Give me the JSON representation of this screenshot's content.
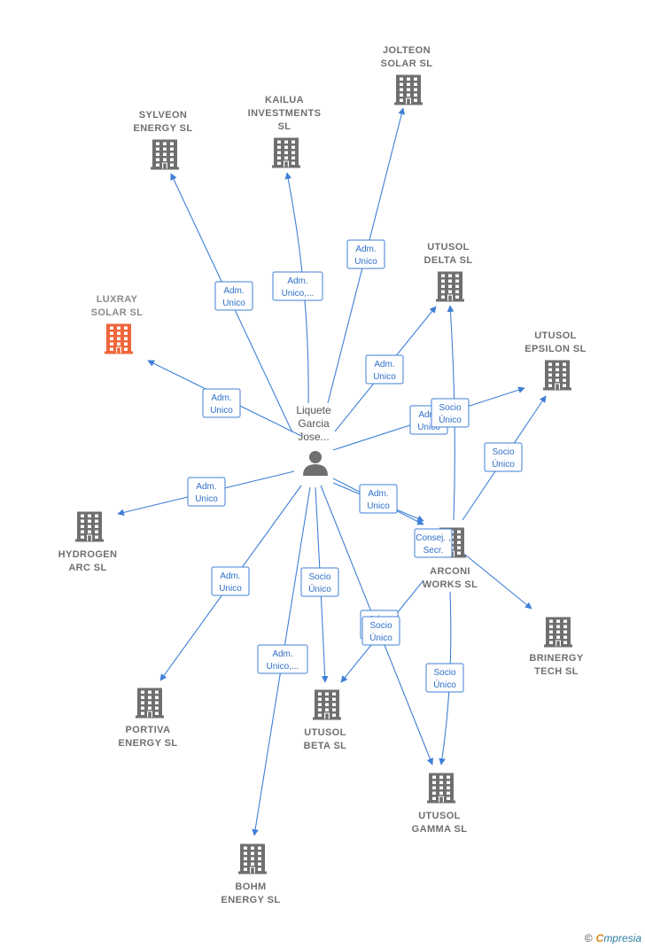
{
  "colors": {
    "edge": "#3f7fd6",
    "building": "#6f6f6f",
    "highlight": "#f0663a",
    "person": "#6f6f6f"
  },
  "center": {
    "id": "p",
    "label_lines": [
      "Liquete",
      "Garcia",
      "Jose..."
    ]
  },
  "nodes": [
    {
      "id": "jolteon",
      "label_lines": [
        "JOLTEON",
        "SOLAR  SL"
      ]
    },
    {
      "id": "kailua",
      "label_lines": [
        "KAILUA",
        "INVESTMENTS",
        "SL"
      ]
    },
    {
      "id": "sylveon",
      "label_lines": [
        "SYLVEON",
        "ENERGY  SL"
      ]
    },
    {
      "id": "luxray",
      "label_lines": [
        "LUXRAY",
        "SOLAR  SL"
      ],
      "highlight": true
    },
    {
      "id": "utudelta",
      "label_lines": [
        "UTUSOL",
        "DELTA  SL"
      ]
    },
    {
      "id": "utuepsilon",
      "label_lines": [
        "UTUSOL",
        "EPSILON  SL"
      ]
    },
    {
      "id": "hydrogen",
      "label_lines": [
        "HYDROGEN",
        "ARC  SL"
      ]
    },
    {
      "id": "arconi",
      "label_lines": [
        "ARCONI",
        "WORKS  SL"
      ]
    },
    {
      "id": "brinergy",
      "label_lines": [
        "BRINERGY",
        "TECH  SL"
      ]
    },
    {
      "id": "portiva",
      "label_lines": [
        "PORTIVA",
        "ENERGY  SL"
      ]
    },
    {
      "id": "utubeta",
      "label_lines": [
        "UTUSOL",
        "BETA  SL"
      ]
    },
    {
      "id": "utugamma",
      "label_lines": [
        "UTUSOL",
        "GAMMA  SL"
      ]
    },
    {
      "id": "bohm",
      "label_lines": [
        "BOHM",
        "ENERGY  SL"
      ]
    }
  ],
  "relations": [
    {
      "from": "p",
      "to": "sylveon",
      "label_lines": [
        "Adm.",
        "Unico"
      ]
    },
    {
      "from": "p",
      "to": "kailua",
      "label_lines": [
        "Adm.",
        "Unico,..."
      ]
    },
    {
      "from": "p",
      "to": "jolteon",
      "label_lines": [
        "Adm.",
        "Unico"
      ]
    },
    {
      "from": "p",
      "to": "luxray",
      "label_lines": [
        "Adm.",
        "Unico"
      ]
    },
    {
      "from": "p",
      "to": "utudelta",
      "label_lines": [
        "Adm.",
        "Unico"
      ]
    },
    {
      "from": "p",
      "to": "utuepsilon",
      "label_lines": [
        "Adm.",
        "Unico"
      ]
    },
    {
      "from": "p",
      "to": "hydrogen",
      "label_lines": [
        "Adm.",
        "Unico"
      ]
    },
    {
      "from": "p",
      "to": "arconi",
      "label_lines": [
        "Adm.",
        "Unico"
      ]
    },
    {
      "from": "p",
      "to": "portiva",
      "label_lines": [
        "Adm.",
        "Unico"
      ]
    },
    {
      "from": "p",
      "to": "utubeta",
      "label_lines": [
        "Socio",
        "Único"
      ]
    },
    {
      "from": "p",
      "to": "bohm",
      "label_lines": [
        "Adm.",
        "Unico,..."
      ]
    },
    {
      "from": "p",
      "to": "utugamma",
      "label_lines": [
        "Adm.",
        "Unico"
      ]
    },
    {
      "from": "p",
      "to": "arconi",
      "label_lines": [
        "Consej. ,",
        "Secr."
      ]
    },
    {
      "from": "arconi",
      "to": "utudelta",
      "label_lines": [
        "Socio",
        "Único"
      ]
    },
    {
      "from": "arconi",
      "to": "utuepsilon",
      "label_lines": [
        "Socio",
        "Único"
      ]
    },
    {
      "from": "arconi",
      "to": "brinergy",
      "label_lines": []
    },
    {
      "from": "arconi",
      "to": "utubeta",
      "label_lines": [
        "Socio",
        "Único"
      ]
    },
    {
      "from": "arconi",
      "to": "utugamma",
      "label_lines": [
        "Socio",
        "Único"
      ]
    }
  ],
  "brand": {
    "copyright": "©",
    "initial": "C",
    "name": "mpresia"
  }
}
